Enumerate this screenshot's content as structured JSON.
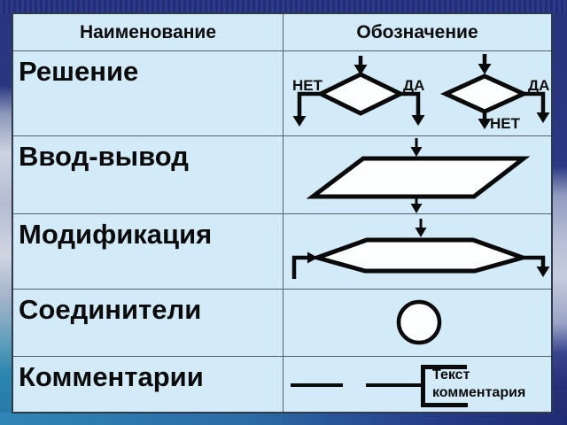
{
  "slide": {
    "table": {
      "header": {
        "name_col": "Наименование",
        "symbol_col": "Обозначение"
      },
      "rows": [
        {
          "label": "Решение"
        },
        {
          "label": "Ввод-вывод"
        },
        {
          "label": "Модификация"
        },
        {
          "label": "Соединители"
        },
        {
          "label": "Комментарии"
        }
      ]
    },
    "decision_labels": {
      "d1_no": "НЕТ",
      "d1_yes": "ДА",
      "d2_yes": "ДА",
      "d2_no": "НЕТ"
    },
    "comment_symbol": {
      "line1": "Текст",
      "line2": "комментария"
    },
    "colors": {
      "cell_bg": "#d3eaf8",
      "grid_line": "#55626e",
      "table_border": "#2f3b4a",
      "shape_stroke": "#0a0a0a",
      "shape_fill": "#fdfeff",
      "bg_navy": "#28347e",
      "bg_ice": "#c6ccdd",
      "bg_teal": "#2e86b5",
      "text": "#0b0b0b"
    }
  }
}
